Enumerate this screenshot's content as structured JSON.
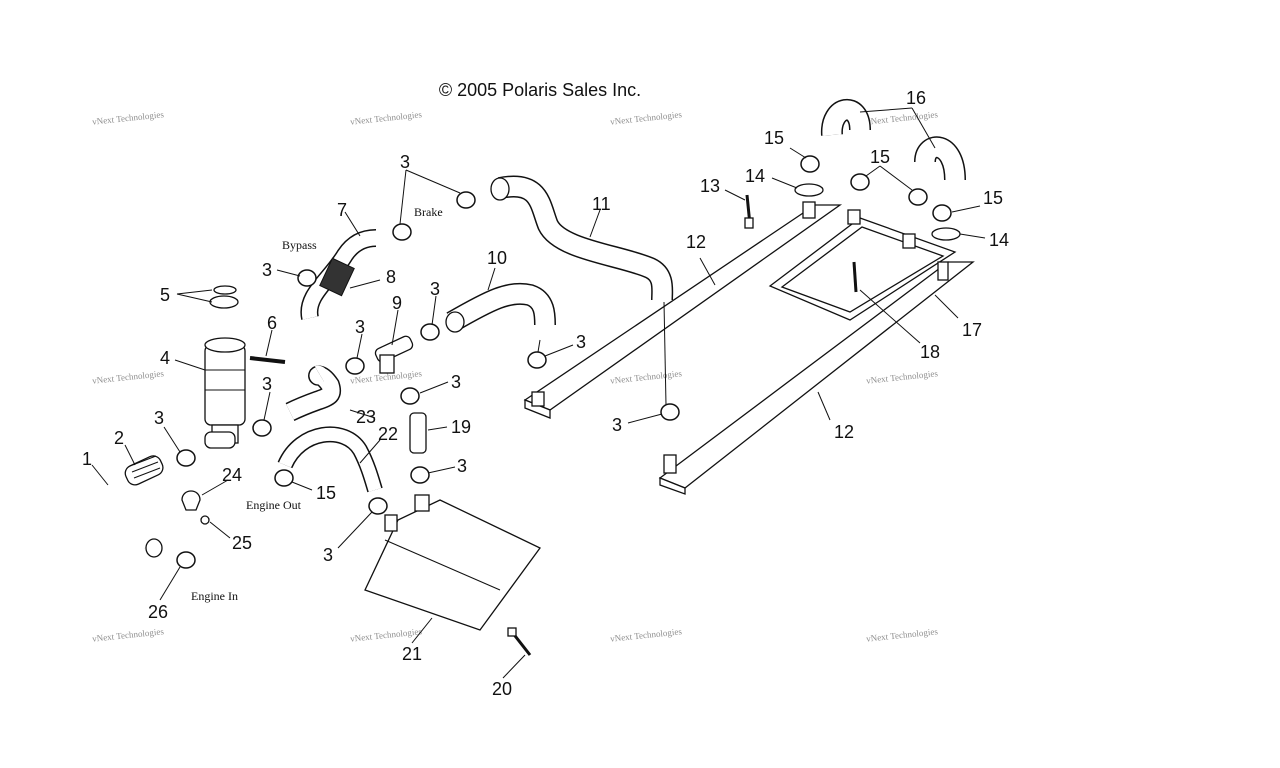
{
  "copyright": "© 2005 Polaris Sales Inc.",
  "watermark": "vNext Technologies",
  "notes": {
    "bypass": "Bypass",
    "brake": "Brake",
    "engine_out": "Engine Out",
    "engine_in": "Engine In"
  },
  "callouts": {
    "c1": "1",
    "c2": "2",
    "c3": "3",
    "c4": "4",
    "c5": "5",
    "c6": "6",
    "c7": "7",
    "c8": "8",
    "c9": "9",
    "c10": "10",
    "c11": "11",
    "c12": "12",
    "c13": "13",
    "c14": "14",
    "c15": "15",
    "c16": "16",
    "c17": "17",
    "c18": "18",
    "c19": "19",
    "c20": "20",
    "c21": "21",
    "c22": "22",
    "c23": "23",
    "c24": "24",
    "c25": "25",
    "c26": "26"
  }
}
